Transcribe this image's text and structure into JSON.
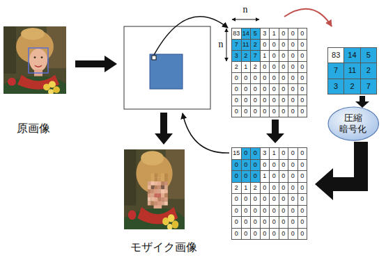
{
  "diagram": {
    "nodes": [
      {
        "text": [
          "圧縮 暗号化"
        ]
      }
    ],
    "labels": [
      "n",
      "n",
      "83",
      "14",
      "5",
      "3",
      "1",
      "0",
      "0",
      "0",
      "7",
      "11",
      "2",
      "0",
      "0",
      "0",
      "0",
      "0",
      "3",
      "2",
      "7",
      "1",
      "0",
      "0",
      "0",
      "0",
      "2",
      "1",
      "2",
      "0",
      "0",
      "0",
      "0",
      "0",
      "0",
      "0",
      "0",
      "0",
      "0",
      "0",
      "0",
      "0",
      "0",
      "0",
      "0",
      "0",
      "0",
      "0",
      "0",
      "0",
      "0",
      "0",
      "0",
      "0",
      "0",
      "0",
      "0",
      "0",
      "0",
      "0",
      "0",
      "0",
      "0",
      "0",
      "0",
      "0",
      "83",
      "14",
      "5",
      "7",
      "11",
      "2",
      "3",
      "2",
      "7",
      "原画像",
      "15",
      "0",
      "0",
      "3",
      "1",
      "0",
      "0",
      "0",
      "0",
      "0",
      "0",
      "0",
      "0",
      "0",
      "0",
      "0",
      "0",
      "0",
      "0",
      "1",
      "0",
      "0",
      "0",
      "0",
      "2",
      "1",
      "2",
      "0",
      "0",
      "0",
      "0",
      "0",
      "0",
      "0",
      "0",
      "0",
      "0",
      "0",
      "0",
      "0",
      "0",
      "0",
      "0",
      "0",
      "0",
      "0",
      "0",
      "0",
      "0",
      "0",
      "0",
      "0",
      "0",
      "0",
      "0",
      "0",
      "0",
      "0",
      "0",
      "0",
      "0",
      "0",
      "0",
      "0",
      "モザイク画像"
    ]
  }
}
